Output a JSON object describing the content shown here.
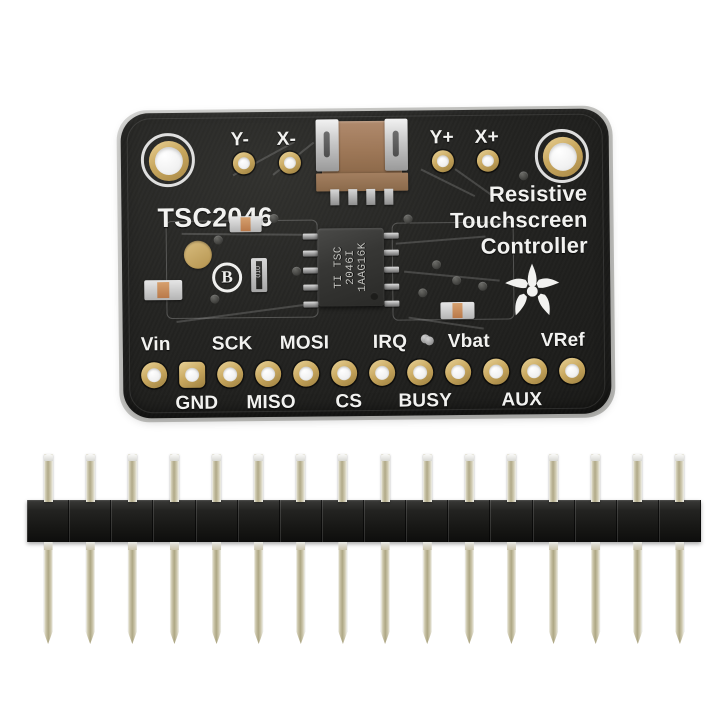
{
  "scene": {
    "subject": "Adafruit TSC2046 Resistive Touchscreen Controller breakout board with 16-pin header strip",
    "background_color": "#ffffff"
  },
  "board": {
    "substrate_color": "#242422",
    "edge_color": "#c9c9c6",
    "silk_color": "#f2f2f0",
    "pad_gold": "#c8a75e",
    "part_number": "TSC2046",
    "description_lines": [
      "Resistive",
      "Touchscreen",
      "Controller"
    ],
    "vendor_mark": "B",
    "logo": "adafruit-flower-logo"
  },
  "ic": {
    "marking_lines": [
      "TI TSC",
      "2046I",
      "1AAG16K"
    ],
    "package": "TSSOP-16",
    "body_color": "#37352f"
  },
  "connector": {
    "name": "stemma-qt-jst-sh-connector",
    "body_color": "#9d7757",
    "pin_count": 4
  },
  "top_pads": [
    {
      "label": "Y-",
      "name": "pad-y-minus"
    },
    {
      "label": "X-",
      "name": "pad-x-minus"
    },
    {
      "label": "Y+",
      "name": "pad-y-plus"
    },
    {
      "label": "X+",
      "name": "pad-x-plus"
    }
  ],
  "bottom_pads": [
    {
      "label": "Vin",
      "side": "top",
      "name": "pad-vin"
    },
    {
      "label": "GND",
      "side": "bottom",
      "name": "pad-gnd"
    },
    {
      "label": "SCK",
      "side": "top",
      "name": "pad-sck"
    },
    {
      "label": "MISO",
      "side": "bottom",
      "name": "pad-miso"
    },
    {
      "label": "MOSI",
      "side": "top",
      "name": "pad-mosi"
    },
    {
      "label": "CS",
      "side": "bottom",
      "name": "pad-cs"
    },
    {
      "label": "IRQ",
      "side": "top",
      "name": "pad-irq"
    },
    {
      "label": "BUSY",
      "side": "bottom",
      "name": "pad-busy"
    },
    {
      "label": "Vbat",
      "side": "top",
      "name": "pad-vbat"
    },
    {
      "label": "AUX",
      "side": "bottom",
      "name": "pad-aux"
    },
    {
      "label": "VRef",
      "side": "top",
      "name": "pad-vref"
    },
    {
      "label": "",
      "side": "none",
      "name": "pad-unlabeled"
    }
  ],
  "mounting_holes": [
    {
      "name": "mounting-hole-left"
    },
    {
      "name": "mounting-hole-right"
    }
  ],
  "header": {
    "name": "male-header-strip",
    "pin_count": 16,
    "plastic_color": "#1a1a18",
    "pin_metal_color": "#c9c3a8"
  }
}
